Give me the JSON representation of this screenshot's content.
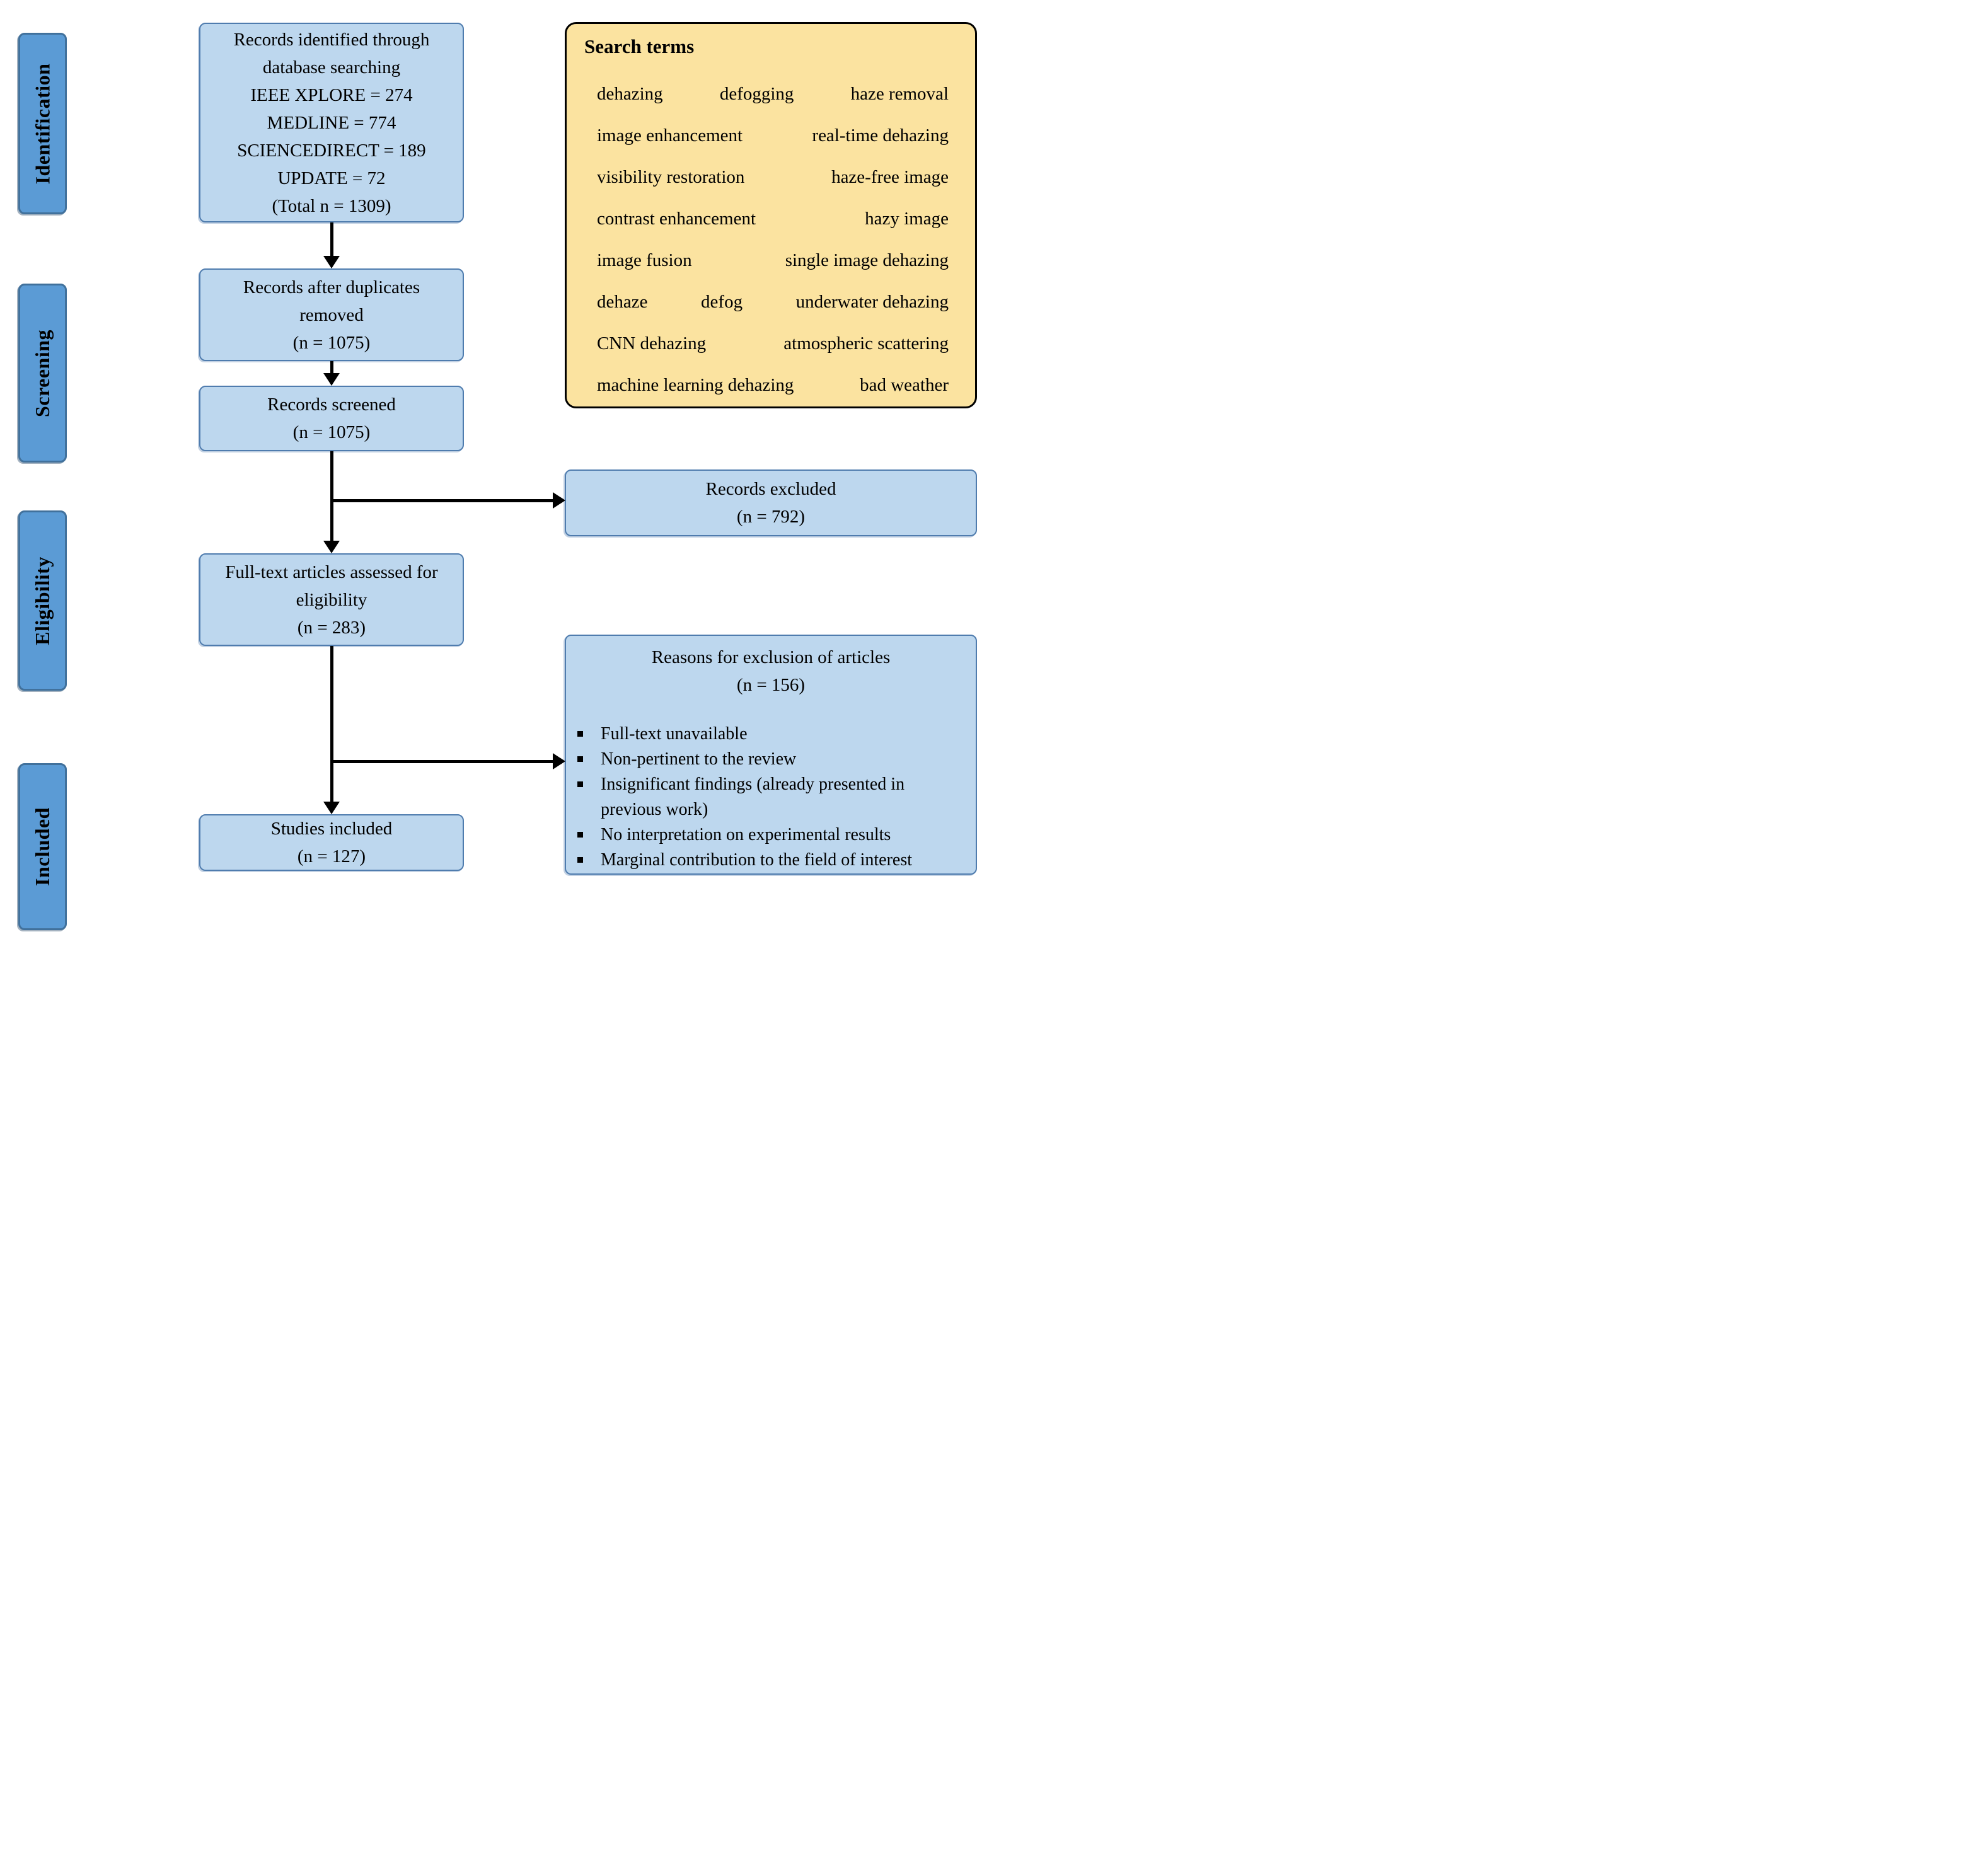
{
  "colors": {
    "flow_box_fill": "#bdd7ee",
    "flow_box_border": "#4f7cae",
    "stage_fill": "#5b9bd5",
    "stage_border": "#41719c",
    "search_fill": "#fbe3a0",
    "search_border": "#000000",
    "arrow": "#000000",
    "text": "#000000"
  },
  "stages": [
    {
      "label": "Identification"
    },
    {
      "label": "Screening"
    },
    {
      "label": "Eligibility"
    },
    {
      "label": "Included"
    }
  ],
  "flow": {
    "identified": {
      "lines": [
        "Records identified through",
        "database searching",
        "IEEE XPLORE = 274",
        "MEDLINE = 774",
        "SCIENCEDIRECT = 189",
        "UPDATE = 72",
        "(Total n = 1309)"
      ]
    },
    "deduplicated": {
      "lines": [
        "Records after duplicates",
        "removed",
        "(n = 1075)"
      ]
    },
    "screened": {
      "lines": [
        "Records screened",
        "(n = 1075)"
      ]
    },
    "fulltext": {
      "lines": [
        "Full-text articles assessed for",
        "eligibility",
        "(n = 283)"
      ]
    },
    "studies_included": {
      "lines": [
        "Studies included",
        "(n = 127)"
      ]
    },
    "excluded": {
      "lines": [
        "Records excluded",
        "(n = 792)"
      ]
    },
    "exclusion_reasons": {
      "heading_lines": [
        "Reasons for exclusion of articles",
        "(n = 156)"
      ],
      "items": [
        "Full-text unavailable",
        "Non-pertinent to the review",
        "Insignificant findings (already presented in previous work)",
        "No interpretation on experimental results",
        "Marginal contribution to the field of interest"
      ]
    }
  },
  "search_terms": {
    "heading": "Search terms",
    "rows": [
      [
        "dehazing",
        "defogging",
        "haze removal"
      ],
      [
        "image enhancement",
        "real-time dehazing"
      ],
      [
        "visibility restoration",
        "haze-free image"
      ],
      [
        "contrast enhancement",
        "hazy image"
      ],
      [
        "image fusion",
        "single image dehazing"
      ],
      [
        "dehaze",
        "defog",
        "underwater dehazing"
      ],
      [
        "CNN dehazing",
        "atmospheric scattering"
      ],
      [
        "machine learning dehazing",
        "bad weather"
      ]
    ]
  }
}
